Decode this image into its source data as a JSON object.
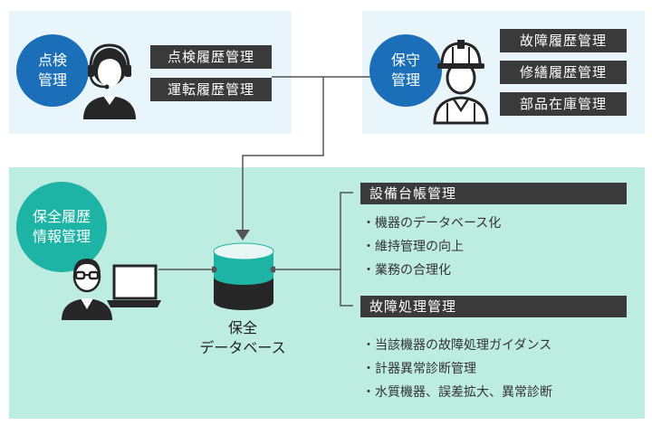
{
  "inspection": {
    "circle_line1": "点検",
    "circle_line2": "管理",
    "tags": [
      "点検履歴管理",
      "運転履歴管理"
    ]
  },
  "maintenance": {
    "circle_line1": "保守",
    "circle_line2": "管理",
    "tags": [
      "故障履歴管理",
      "修繕履歴管理",
      "部品在庫管理"
    ]
  },
  "history": {
    "circle_line1": "保全履歴",
    "circle_line2": "情報管理"
  },
  "database": {
    "label_line1": "保全",
    "label_line2": "データベース"
  },
  "equipment_ledger": {
    "title": "設備台帳管理",
    "items": [
      "・機器のデータベース化",
      "・維持管理の向上",
      "・業務の合理化"
    ]
  },
  "failure_handling": {
    "title": "故障処理管理",
    "items": [
      "・当該機器の故障処理ガイダンス",
      "・計器異常診断管理",
      "・水質機器、誤差拡大、異常診断"
    ]
  },
  "colors": {
    "blue_panel": "#e8f6fb",
    "green_panel": "#bdece0",
    "blue_circle": "#1b6fb8",
    "teal_circle": "#1eb4a5",
    "tag_bg": "#3a3a3a",
    "line": "#555555"
  },
  "icons": [
    "headset-operator-icon",
    "hardhat-worker-icon",
    "laptop-user-icon",
    "database-icon"
  ]
}
